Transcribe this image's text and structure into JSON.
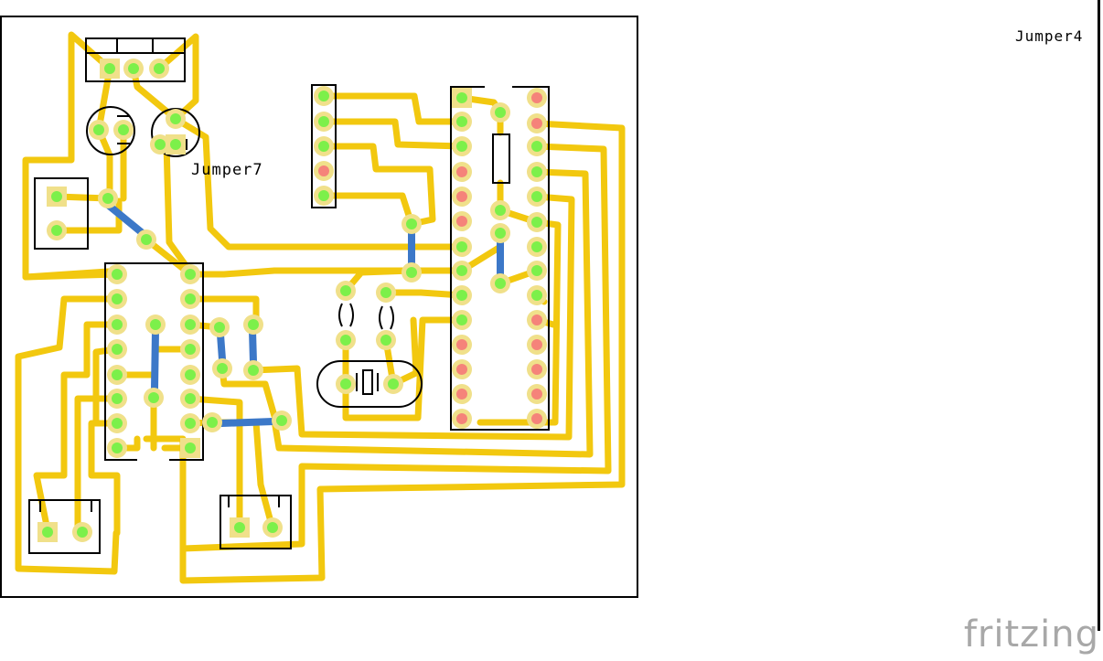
{
  "labels": {
    "jumper7": "Jumper7",
    "jumper4": "Jumper4",
    "logo": "fritzing"
  },
  "colors": {
    "trace": "#f2c80f",
    "pad_ring": "#f0e08a",
    "pad_green": "#7cf04a",
    "pad_red": "#f5837a",
    "jumper_wire": "#3c78c8",
    "outline": "#000000",
    "logo": "#a8a8a8"
  },
  "icons": {
    "logo": "fritzing-logo"
  }
}
